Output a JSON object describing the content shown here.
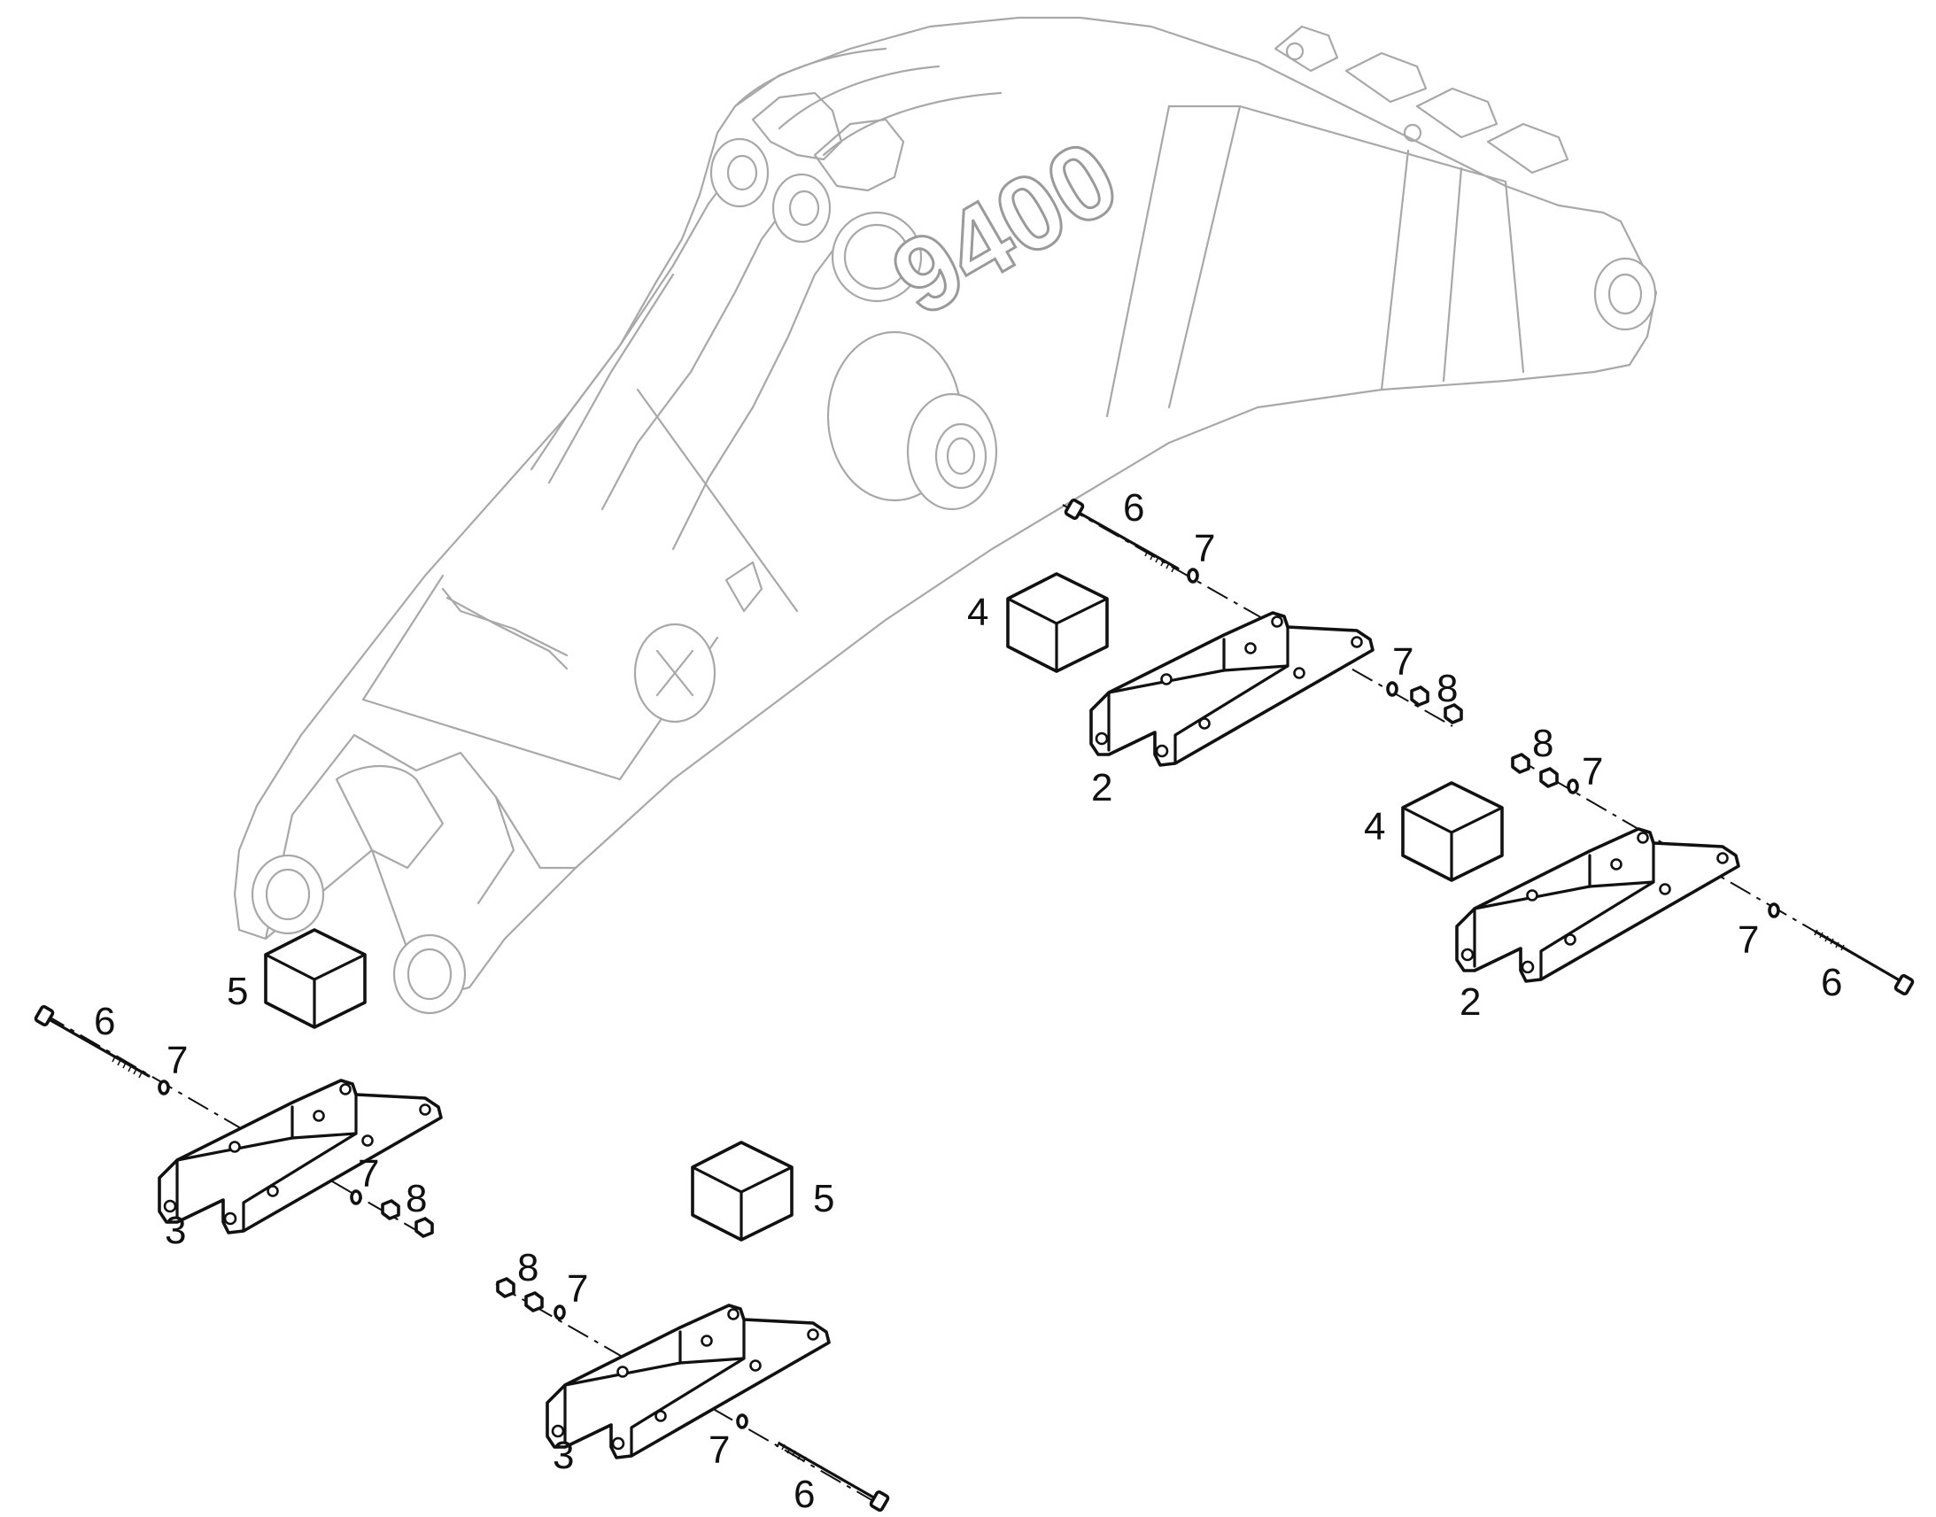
{
  "boom": {
    "model_marking": "9400"
  },
  "callouts": {
    "upper_right": {
      "bolt": "6",
      "washer_bolt": "7",
      "block": "4",
      "washer_nut": "7",
      "nut": "8",
      "bracket": "2"
    },
    "right": {
      "nut": "8",
      "washer_nut": "7",
      "block": "4",
      "washer_bolt": "7",
      "bolt": "6",
      "bracket": "2"
    },
    "left": {
      "block": "5",
      "bolt": "6",
      "washer_bolt": "7",
      "washer_nut": "7",
      "nut": "8",
      "bracket": "3"
    },
    "bottom": {
      "block": "5",
      "nut": "8",
      "washer_nut": "7",
      "washer_bolt": "7",
      "bolt": "6",
      "bracket": "3"
    }
  },
  "colors": {
    "part_stroke": "#111111",
    "background_stroke": "#a8a8a8",
    "background": "#ffffff"
  }
}
